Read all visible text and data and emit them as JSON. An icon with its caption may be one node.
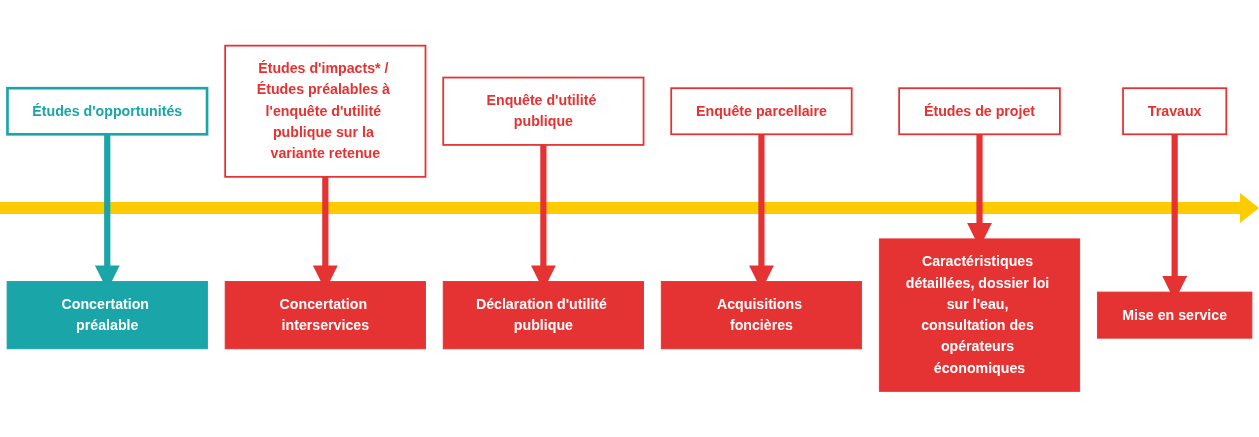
{
  "diagram": {
    "nodes": [
      {
        "text": [
          "Études d'opportunités"
        ]
      },
      {
        "text": [
          "Études d'impacts* / Études préalables à l'enquête d'utilité publique sur la variante retenue"
        ]
      },
      {
        "text": [
          "Enquête d'utilité publique"
        ]
      },
      {
        "text": [
          "Enquête parcellaire"
        ]
      },
      {
        "text": [
          "Études de projet"
        ]
      },
      {
        "text": [
          "Travaux"
        ]
      },
      {
        "text": [
          "Concertation préalable"
        ]
      },
      {
        "text": [
          "Concertation interservices"
        ]
      },
      {
        "text": [
          "Déclaration d'utilité publique"
        ]
      },
      {
        "text": [
          "Acquisitions foncières"
        ]
      },
      {
        "text": [
          "Caractéristiques détaillées, dossier loi sur l'eau, consultation des opérateurs économiques"
        ]
      },
      {
        "text": [
          "Mise en service"
        ]
      }
    ],
    "edges": [
      {
        "from": 0,
        "to": 6,
        "arrow": "to",
        "color": "#1aa5a8"
      },
      {
        "from": 1,
        "to": 7,
        "arrow": "to"
      },
      {
        "from": 2,
        "to": 8,
        "arrow": "to"
      },
      {
        "from": 3,
        "to": 9,
        "arrow": "to"
      },
      {
        "from": 4,
        "to": 10,
        "arrow": "to"
      },
      {
        "from": 5,
        "to": 11,
        "arrow": "to"
      }
    ]
  }
}
